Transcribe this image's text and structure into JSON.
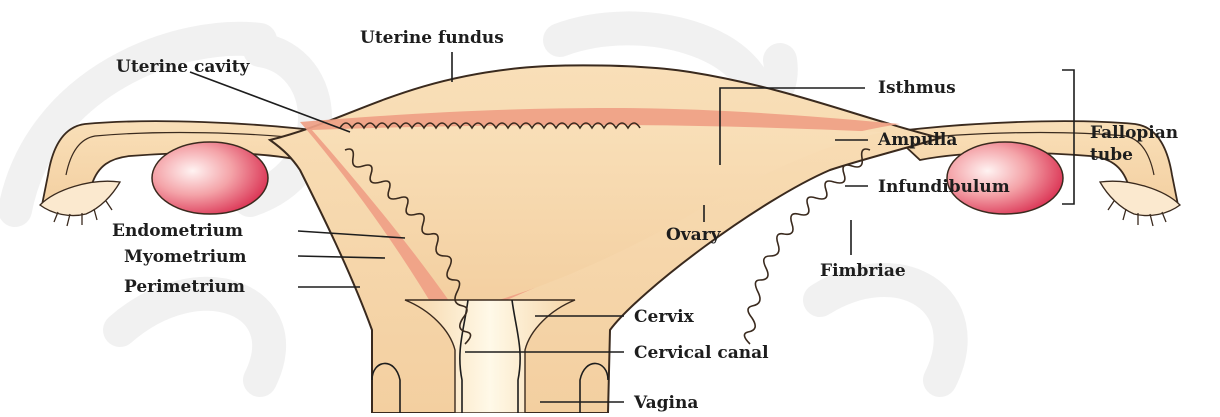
{
  "diagram": {
    "labels": {
      "uterine_fundus": "Uterine fundus",
      "uterine_cavity": "Uterine cavity",
      "isthmus": "Isthmus",
      "ampulla": "Ampulla",
      "infundibulum": "Infundibulum",
      "fallopian_tube_line1": "Fallopian",
      "fallopian_tube_line2": "tube",
      "endometrium": "Endometrium",
      "myometrium": "Myometrium",
      "perimetrium": "Perimetrium",
      "ovary": "Ovary",
      "fimbriae": "Fimbriae",
      "cervix": "Cervix",
      "cervical_canal": "Cervical canal",
      "vagina": "Vagina"
    },
    "colors": {
      "tissue": "#f7d7ad",
      "tissue_light": "#fbe9cf",
      "endometrium": "#ef9f86",
      "ovary": "#e0304f",
      "ovary_highlight": "#fde4e6",
      "outline": "#3a2a1e",
      "watermark": "#efefef"
    },
    "watermark_text": "ncert not to be republished"
  }
}
